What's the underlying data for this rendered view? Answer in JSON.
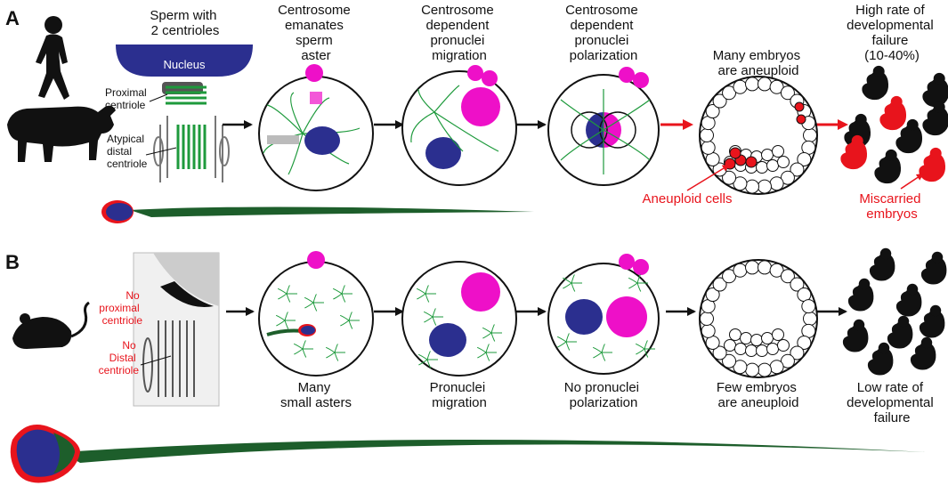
{
  "colors": {
    "magenta": "#ee10c8",
    "navy": "#2b2f8f",
    "green": "#1e9a3c",
    "dark_green": "#1d5e2b",
    "red": "#e8141c",
    "black": "#111111"
  },
  "panel_a": {
    "letter": "A",
    "sperm_title": [
      "Sperm with",
      "2 centrioles"
    ],
    "nucleus": "Nucleus",
    "proximal": [
      "Proximal",
      "centriole"
    ],
    "distal": [
      "Atypical",
      "distal",
      "centriole"
    ],
    "step1": [
      "Centrosome",
      "emanates",
      "sperm",
      "aster"
    ],
    "step2": [
      "Centrosome",
      "dependent",
      "pronuclei",
      "migration"
    ],
    "step3": [
      "Centrosome",
      "dependent",
      "pronuclei",
      "polarization"
    ],
    "step4": [
      "Many embryos",
      "are aneuploid"
    ],
    "step5": [
      "High rate of",
      "developmental",
      "failure",
      "(10-40%)"
    ],
    "aneuploid_cells": "Aneuploid cells",
    "miscarried": [
      "Miscarried",
      "embryos"
    ]
  },
  "panel_b": {
    "letter": "B",
    "no_proximal": [
      "No",
      "proximal",
      "centriole"
    ],
    "no_distal": [
      "No",
      "Distal",
      "centriole"
    ],
    "step1": [
      "Many",
      "small asters"
    ],
    "step2": [
      "Pronuclei",
      "migration"
    ],
    "step3": [
      "No pronuclei",
      "polarization"
    ],
    "step4": [
      "Few embryos",
      "are aneuploid"
    ],
    "step5": [
      "Low rate of",
      "developmental",
      "failure"
    ]
  },
  "icons": {
    "human": "walking-human-icon",
    "bull": "bull-icon",
    "mouse": "mouse-icon",
    "embryo": "fetus-icon"
  }
}
